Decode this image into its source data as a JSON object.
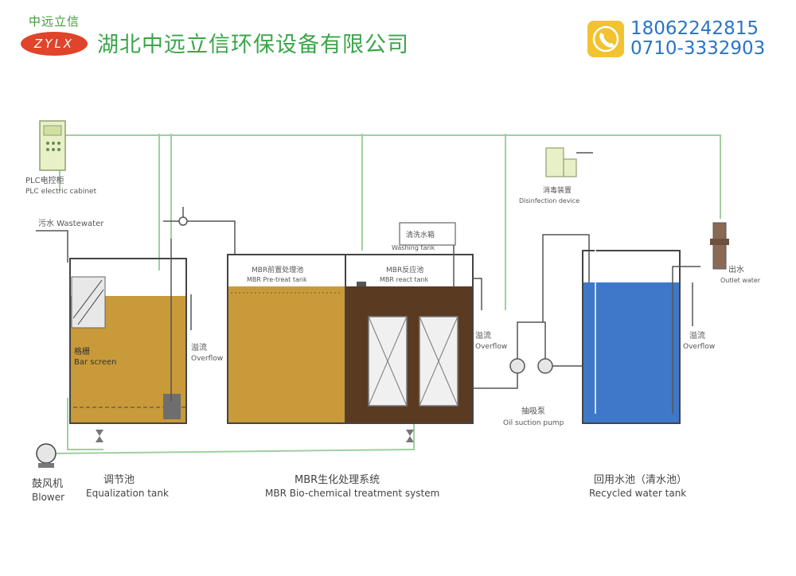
{
  "header": {
    "logo_top": "中远立信",
    "logo_bottom": "ZYLX",
    "company_name": "湖北中远立信环保设备有限公司",
    "phone_1": "18062242815",
    "phone_2": "0710-3332903"
  },
  "labels": {
    "plc_cn": "PLC电控柜",
    "plc_en": "PLC electric cabinet",
    "wastewater": "污水 Wastewater",
    "bar_screen_cn": "格栅",
    "bar_screen_en": "Bar screen",
    "overflow1_cn": "溢流",
    "overflow1_en": "Overflow",
    "mbr_pre_cn": "MBR前置处理池",
    "mbr_pre_en": "MBR Pre-treat tank",
    "mbr_react_cn": "MBR反应池",
    "mbr_react_en": "MBR react tank",
    "washing_cn": "清洗水箱",
    "washing_en": "Washing tank",
    "overflow2_cn": "溢流",
    "overflow2_en": "Overflow",
    "disinfect_cn": "消毒装置",
    "disinfect_en": "Disinfection device",
    "oil_pump_cn": "抽吸泵",
    "oil_pump_en": "Oil suction pump",
    "outlet_cn": "出水",
    "outlet_en": "Outlet water",
    "overflow3_cn": "溢流",
    "overflow3_en": "Overflow",
    "blower_cn": "鼓风机",
    "blower_en": "Blower",
    "eq_tank_cn": "调节池",
    "eq_tank_en": "Equalization tank",
    "mbr_sys_cn": "MBR生化处理系统",
    "mbr_sys_en": "MBR Bio-chemical treatment system",
    "recycle_cn": "回用水池（清水池）",
    "recycle_en": "Recycled water tank"
  },
  "colors": {
    "brand_green": "#3aa54a",
    "phone_blue": "#2a74c4",
    "pipe_green": "#9fcf9f",
    "sludge_yellow": "#c89a3a",
    "react_brown": "#5b3a22",
    "clean_blue": "#3f78c8"
  }
}
